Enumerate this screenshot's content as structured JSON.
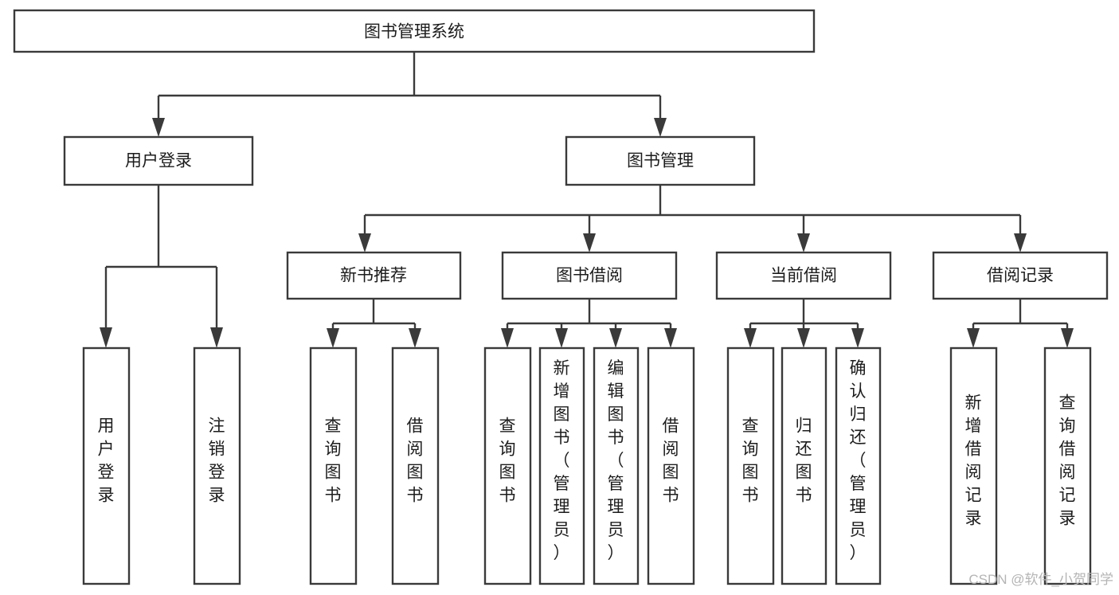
{
  "diagram": {
    "type": "tree-hierarchy",
    "title": "图书管理系统",
    "orientation": "top-down",
    "colors": {
      "box_stroke": "#3a3a3a",
      "box_fill": "#ffffff",
      "connector": "#3a3a3a",
      "text": "#1c1c1c",
      "watermark": "#b4b4b4",
      "background": "#ffffff"
    },
    "root": {
      "id": "root",
      "label": "图书管理系统",
      "text_orientation": "horizontal"
    },
    "level2": [
      {
        "id": "user-login",
        "label": "用户登录",
        "text_orientation": "horizontal"
      },
      {
        "id": "book-management",
        "label": "图书管理",
        "text_orientation": "horizontal"
      }
    ],
    "level3": [
      {
        "id": "new-book-recommend",
        "label": "新书推荐",
        "text_orientation": "horizontal",
        "parent": "book-management"
      },
      {
        "id": "book-borrow",
        "label": "图书借阅",
        "text_orientation": "horizontal",
        "parent": "book-management"
      },
      {
        "id": "current-borrow",
        "label": "当前借阅",
        "text_orientation": "horizontal",
        "parent": "book-management"
      },
      {
        "id": "borrow-record",
        "label": "借阅记录",
        "text_orientation": "horizontal",
        "parent": "book-management"
      }
    ],
    "leaves": [
      {
        "id": "leaf-user-login",
        "label": "用户登录",
        "chars": [
          "用",
          "户",
          "登",
          "录"
        ],
        "parent": "user-login",
        "text_orientation": "vertical"
      },
      {
        "id": "leaf-user-logout",
        "label": "注销登录",
        "chars": [
          "注",
          "销",
          "登",
          "录"
        ],
        "parent": "user-login",
        "text_orientation": "vertical"
      },
      {
        "id": "leaf-query-book-1",
        "label": "查询图书",
        "chars": [
          "查",
          "询",
          "图",
          "书"
        ],
        "parent": "new-book-recommend",
        "text_orientation": "vertical"
      },
      {
        "id": "leaf-borrow-book-1",
        "label": "借阅图书",
        "chars": [
          "借",
          "阅",
          "图",
          "书"
        ],
        "parent": "new-book-recommend",
        "text_orientation": "vertical"
      },
      {
        "id": "leaf-query-book-2",
        "label": "查询图书",
        "chars": [
          "查",
          "询",
          "图",
          "书"
        ],
        "parent": "book-borrow",
        "text_orientation": "vertical"
      },
      {
        "id": "leaf-add-book",
        "label": "新增图书（管理员）",
        "chars": [
          "新",
          "增",
          "图",
          "书",
          "（",
          "管",
          "理",
          "员",
          "）"
        ],
        "parent": "book-borrow",
        "text_orientation": "vertical"
      },
      {
        "id": "leaf-edit-book",
        "label": "编辑图书（管理员）",
        "chars": [
          "编",
          "辑",
          "图",
          "书",
          "（",
          "管",
          "理",
          "员",
          "）"
        ],
        "parent": "book-borrow",
        "text_orientation": "vertical"
      },
      {
        "id": "leaf-borrow-book-2",
        "label": "借阅图书",
        "chars": [
          "借",
          "阅",
          "图",
          "书"
        ],
        "parent": "book-borrow",
        "text_orientation": "vertical"
      },
      {
        "id": "leaf-query-book-3",
        "label": "查询图书",
        "chars": [
          "查",
          "询",
          "图",
          "书"
        ],
        "parent": "current-borrow",
        "text_orientation": "vertical"
      },
      {
        "id": "leaf-return-book",
        "label": "归还图书",
        "chars": [
          "归",
          "还",
          "图",
          "书"
        ],
        "parent": "current-borrow",
        "text_orientation": "vertical"
      },
      {
        "id": "leaf-confirm-return",
        "label": "确认归还（管理员）",
        "chars": [
          "确",
          "认",
          "归",
          "还",
          "（",
          "管",
          "理",
          "员",
          "）"
        ],
        "parent": "current-borrow",
        "text_orientation": "vertical"
      },
      {
        "id": "leaf-add-record",
        "label": "新增借阅记录",
        "chars": [
          "新",
          "增",
          "借",
          "阅",
          "记",
          "录"
        ],
        "parent": "borrow-record",
        "text_orientation": "vertical"
      },
      {
        "id": "leaf-query-record",
        "label": "查询借阅记录",
        "chars": [
          "查",
          "询",
          "借",
          "阅",
          "记",
          "录"
        ],
        "parent": "borrow-record",
        "text_orientation": "vertical"
      }
    ]
  },
  "watermark": {
    "text": "CSDN @软件_小贺同学"
  }
}
